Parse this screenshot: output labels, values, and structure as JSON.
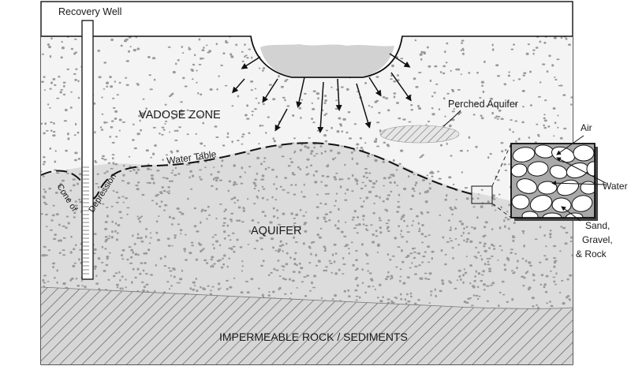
{
  "labels": {
    "recovery_well": "Recovery Well",
    "vadose_zone": "VADOSE ZONE",
    "perched_aquifer": "Perched Aquifer",
    "water_table": "Water Table",
    "cone_of": "Cone of",
    "depression": "Depression",
    "aquifer": "AQUIFER",
    "impermeable": "IMPERMEABLE ROCK / SEDIMENTS",
    "air": "Air",
    "water": "Water",
    "sand_line1": "Sand,",
    "sand_line2": "Gravel,",
    "sand_line3": "& Rock"
  },
  "colors": {
    "soil_background": "#f4f4f4",
    "aquifer_fill": "#dcdcdc",
    "speckle": "#9a9a9a",
    "outline": "#111111",
    "hatch": "#555555",
    "pond_fill": "#d2d2d2"
  }
}
